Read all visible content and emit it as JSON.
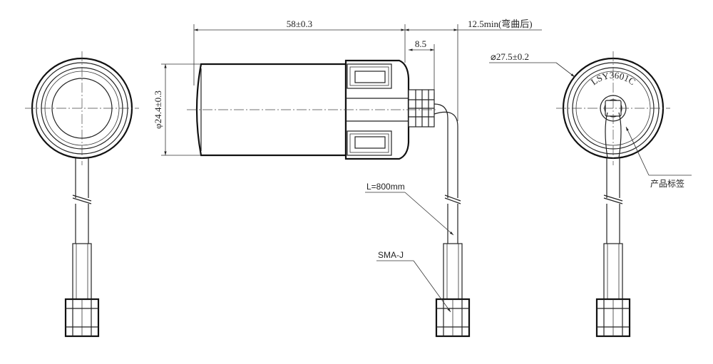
{
  "dimensions": {
    "body_length": "58±0.3",
    "nut_length": "8.5",
    "bend_clearance": "12.5min(弯曲后)",
    "body_diameter": "φ24.4±0.3",
    "base_diameter": "⌀27.5±0.2"
  },
  "callouts": {
    "cable_length": "L=800mm",
    "connector": "SMA-J",
    "product_label": "产品标签"
  },
  "product_label_text": "LSY3601C",
  "colors": {
    "line": "#222222",
    "background": "#ffffff"
  }
}
